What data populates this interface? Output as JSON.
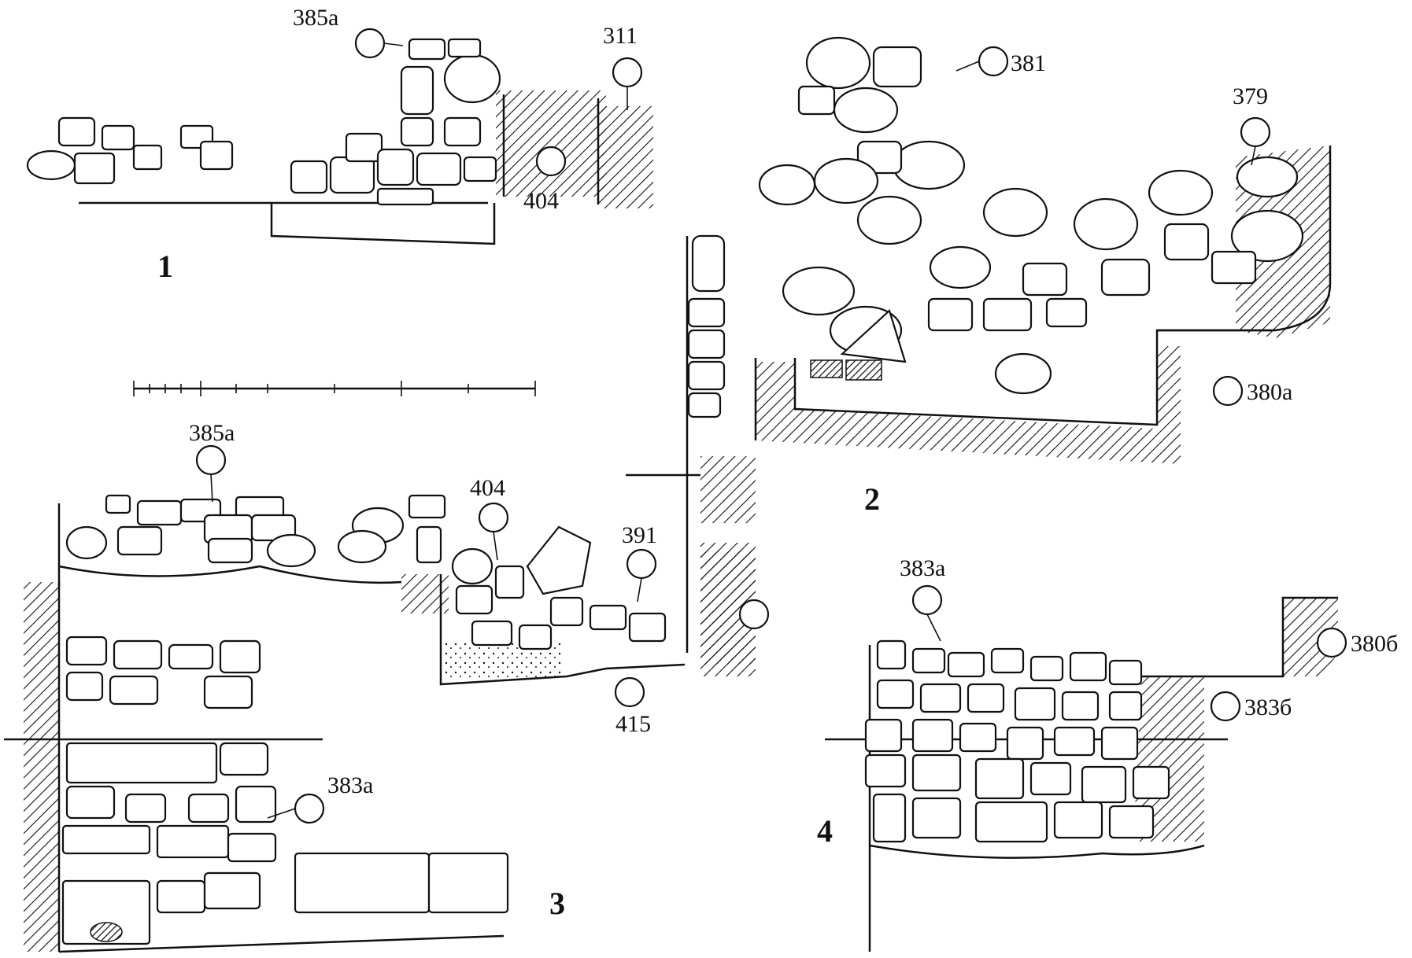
{
  "panels": [
    {
      "id": "1",
      "label": "1"
    },
    {
      "id": "2",
      "label": "2"
    },
    {
      "id": "3",
      "label": "3"
    },
    {
      "id": "4",
      "label": "4"
    }
  ],
  "markers": {
    "m385a_top": "385a",
    "m311": "311",
    "m404_top": "404",
    "m381": "381",
    "m379": "379",
    "m380a": "380a",
    "m385a_mid": "385a",
    "m404_mid": "404",
    "m391": "391",
    "m415": "415",
    "m383a_left": "383a",
    "m383a_right": "383a",
    "m380b": "380б",
    "m383b": "383б"
  },
  "scale_bar": {
    "present": true
  }
}
